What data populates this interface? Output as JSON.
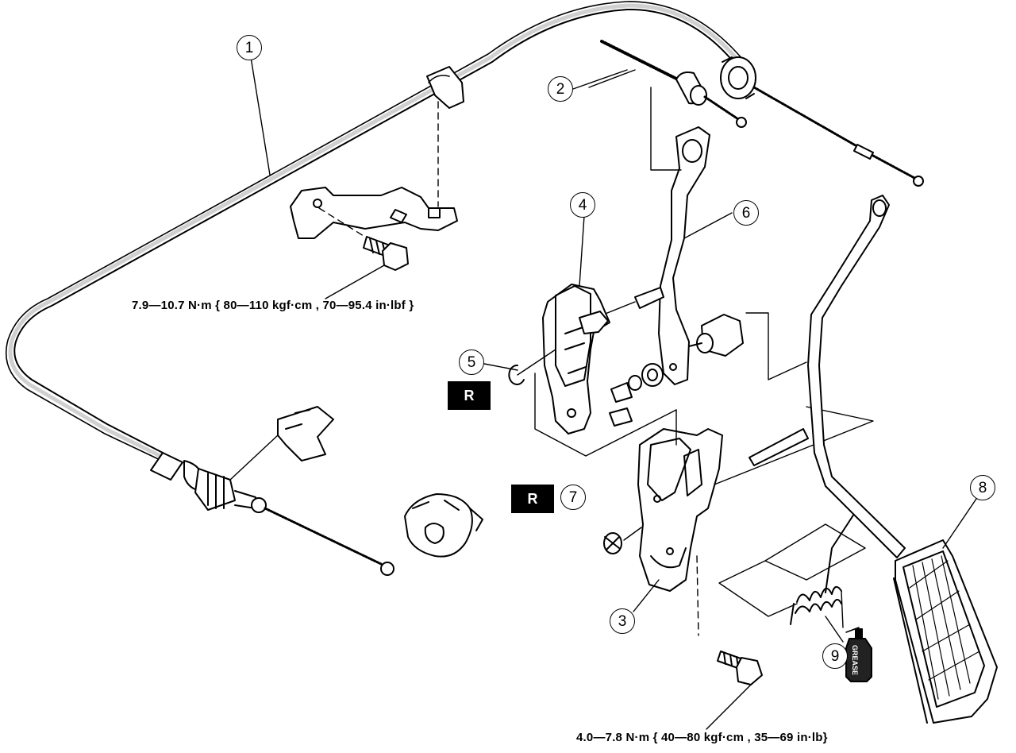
{
  "callouts": [
    {
      "id": "callout-1",
      "label": "1"
    },
    {
      "id": "callout-2",
      "label": "2"
    },
    {
      "id": "callout-3",
      "label": "3"
    },
    {
      "id": "callout-4",
      "label": "4"
    },
    {
      "id": "callout-5",
      "label": "5"
    },
    {
      "id": "callout-6",
      "label": "6"
    },
    {
      "id": "callout-7",
      "label": "7"
    },
    {
      "id": "callout-8",
      "label": "8"
    },
    {
      "id": "callout-9",
      "label": "9"
    }
  ],
  "badges": {
    "replace_symbol": "R"
  },
  "torque": {
    "bracket_bolt": "7.9—10.7 N·m { 80—110 kgf·cm , 70—95.4 in·lbf }",
    "pedal_bolt": "4.0—7.8 N·m { 40—80 kgf·cm , 35—69 in·lb}"
  },
  "grease_label": "GREASE"
}
